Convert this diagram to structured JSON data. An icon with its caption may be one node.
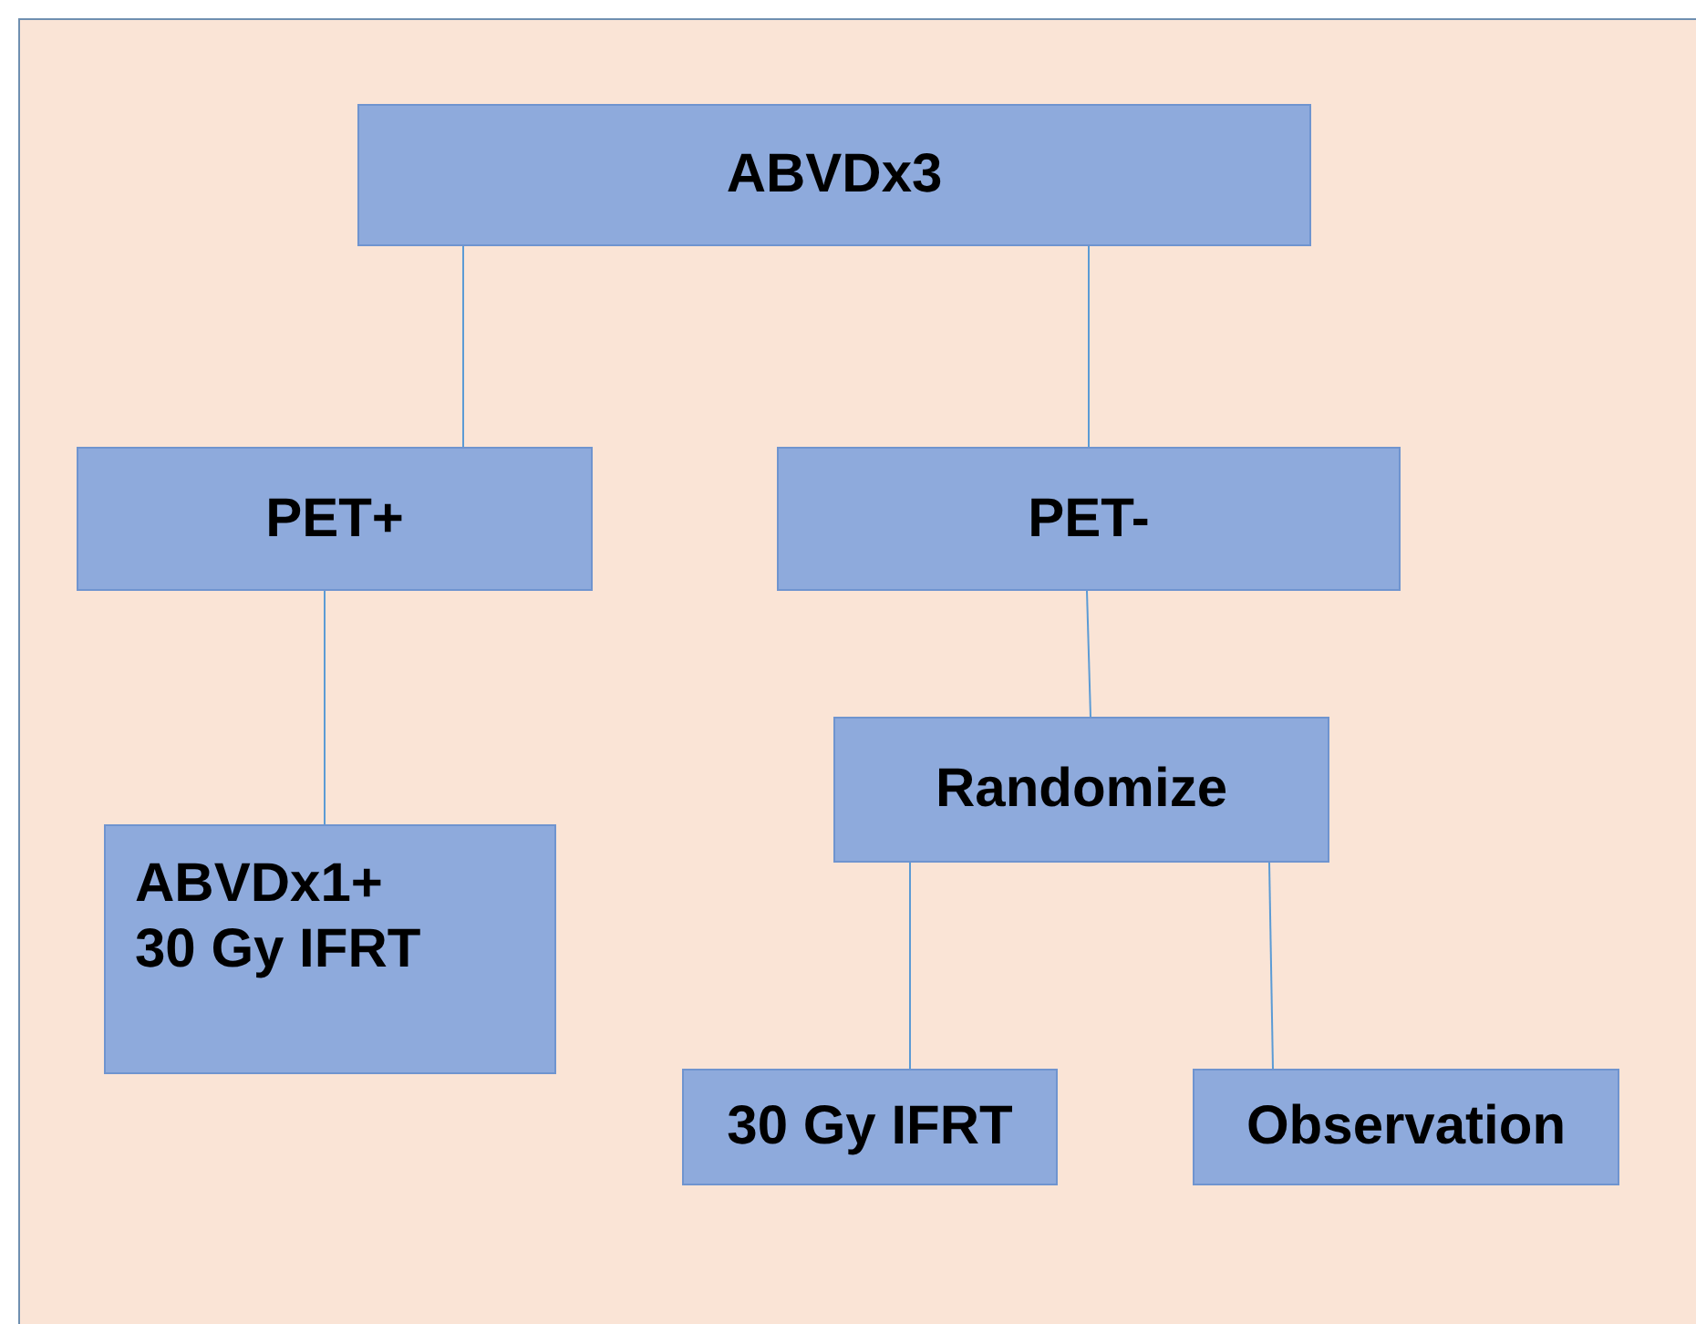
{
  "diagram": {
    "nodes": [
      {
        "text": [
          "ABVDx3"
        ]
      },
      {
        "text": [
          "PET+"
        ]
      },
      {
        "text": [
          "PET-"
        ]
      },
      {
        "text": [
          "Randomize"
        ]
      },
      {
        "text": [
          "ABVDx1+ 30 Gy IFRT"
        ]
      },
      {
        "text": [
          "30 Gy IFRT"
        ]
      },
      {
        "text": [
          "Observation"
        ]
      }
    ],
    "edges": [
      {
        "from": 0,
        "to": 1,
        "arrow": "none"
      },
      {
        "from": 0,
        "to": 2,
        "arrow": "none"
      },
      {
        "from": 1,
        "to": 4,
        "arrow": "none"
      },
      {
        "from": 2,
        "to": 3,
        "arrow": "none"
      },
      {
        "from": 3,
        "to": 5,
        "arrow": "none"
      },
      {
        "from": 3,
        "to": 6,
        "arrow": "none"
      }
    ]
  }
}
